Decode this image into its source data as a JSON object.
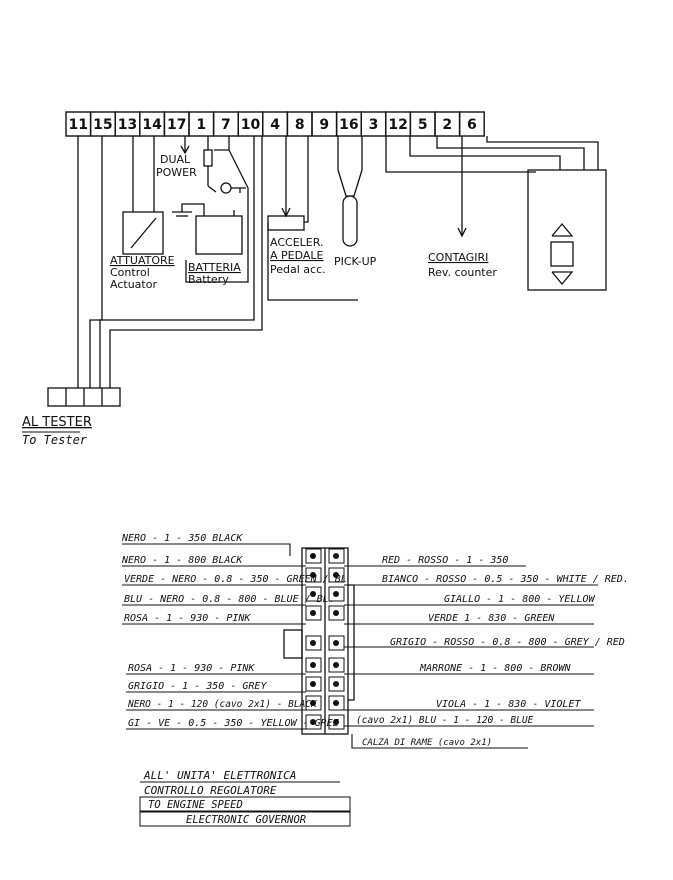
{
  "terminals": [
    "11",
    "15",
    "13",
    "14",
    "17",
    "1",
    "7",
    "10",
    "4",
    "8",
    "9",
    "16",
    "3",
    "12",
    "5",
    "2",
    "6"
  ],
  "upper": {
    "dual_power": [
      "DUAL",
      "POWER"
    ],
    "actuator": {
      "it": "ATTUATORE",
      "en1": "Control",
      "en2": "Actuator"
    },
    "battery": {
      "it": "BATTERIA",
      "en": "Battery"
    },
    "pedal": {
      "it1": "ACCELER.",
      "it2": "A PEDALE",
      "en": "Pedal acc."
    },
    "pickup": "PICK-UP",
    "counter": {
      "it": "CONTAGIRI",
      "en": "Rev. counter"
    },
    "tester": {
      "it": "AL TESTER",
      "en": "To Tester"
    }
  },
  "left_wires": [
    "NERO - 1 - 350   BLACK",
    "NERO - 1 - 800   BLACK",
    "VERDE - NERO - 0.8 - 350 - GREEN / BL",
    "BLU - NERO - 0.8 - 800 - BLUE / BL.",
    "ROSA - 1 - 930 - PINK",
    "ROSA - 1 - 930 - PINK",
    "GRIGIO - 1 - 350 - GREY",
    "NERO   - 1 - 120 (cavo 2x1) - BLACK",
    "GI - VE - 0.5 - 350 - YELLOW - GREE"
  ],
  "right_wires": [
    "RED  - ROSSO - 1 - 350",
    "BIANCO - ROSSO - 0.5 - 350 - WHITE / RED.",
    "GIALLO - 1 - 800 - YELLOW",
    "VERDE  1 - 830 - GREEN",
    "GRIGIO - ROSSO - 0.8 - 800 - GREY / RED",
    "MARRONE - 1 - 800 - BROWN",
    "VIOLA - 1 - 830 - VIOLET",
    "(cavo 2x1)     BLU - 1 - 120  - BLUE",
    "CALZA DI RAME (cavo 2x1)"
  ],
  "footer": [
    "ALL' UNITA' ELETTRONICA",
    "CONTROLLO REGOLATORE",
    "TO ENGINE SPEED",
    "ELECTRONIC GOVERNOR"
  ]
}
